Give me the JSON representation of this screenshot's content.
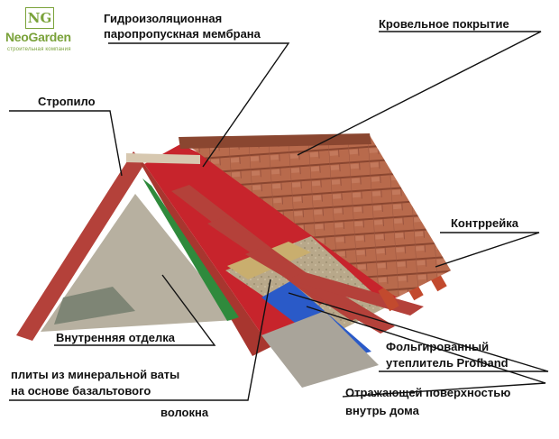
{
  "logo": {
    "mark": "NG",
    "brand": "NeoGarden",
    "subtitle": "строительная компания"
  },
  "labels": {
    "membrane_line1": "Гидроизоляционная",
    "membrane_line2": "паропропускная мембрана",
    "roof_covering": "Кровельное покрытие",
    "rafter": "Стропило",
    "counter_batten": "Контррейка",
    "interior_finish": "Внутренняя отделка",
    "mineral_line1": "плиты из минеральной ваты",
    "mineral_line2": "на основе базальтового",
    "mineral_line3": "волокна",
    "foil_line1": "Фольгированный",
    "foil_line2": "утеплитель Profband",
    "reflect_line1": "Отражающей поверхностью",
    "reflect_line2": "внутрь дома"
  },
  "colors": {
    "tile": "#b86a4c",
    "tile_dark": "#8a4630",
    "membrane": "#c7242c",
    "rafter": "#b4413a",
    "insulation": "#c9ae6e",
    "foil": "#2a5ac8",
    "interior": "#b7b0a0",
    "green_strip": "#2f8a3c",
    "logo": "#7aa23a"
  }
}
